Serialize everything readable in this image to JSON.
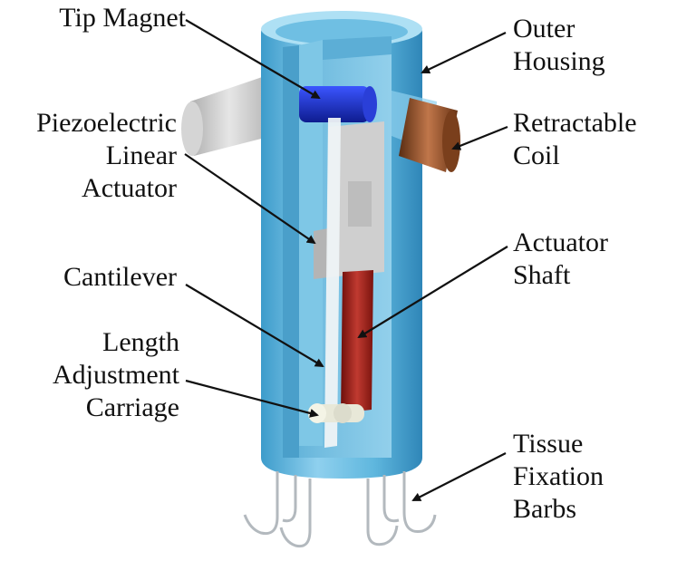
{
  "title": "",
  "labels": {
    "tip_magnet": [
      "Tip Magnet"
    ],
    "piezo": [
      "Piezoelectric",
      "Linear",
      "Actuator"
    ],
    "cantilever": [
      "Cantilever"
    ],
    "length_adj": [
      "Length",
      "Adjustment",
      "Carriage"
    ],
    "outer_housing": [
      "Outer",
      "Housing"
    ],
    "coil": [
      "Retractable",
      "Coil"
    ],
    "shaft": [
      "Actuator",
      "Shaft"
    ],
    "barbs": [
      "Tissue",
      "Fixation",
      "Barbs"
    ]
  },
  "colors": {
    "housing": "#5fb7de",
    "housing_light": "#a9dbf0",
    "housing_dark": "#2f8fbf",
    "interior": "#7fc8e6",
    "magnet": "#1b2fc2",
    "coil": "#8a4a24",
    "shaft": "#9c1d16",
    "cantilever": "#e9eef2",
    "actuator_block": "#c9c9c9",
    "barbs": "#b9bfc4",
    "arrow": "#111111",
    "text": "#111111"
  }
}
